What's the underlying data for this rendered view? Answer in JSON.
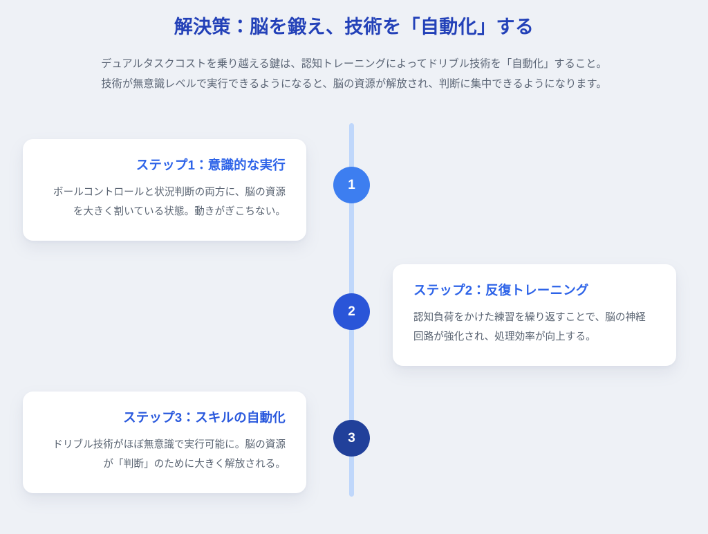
{
  "header": {
    "title": "解決策：脳を鍛え、技術を「自動化」する",
    "subtitle_line1": "デュアルタスクコストを乗り越える鍵は、認知トレーニングによってドリブル技術を「自動化」すること。",
    "subtitle_line2": "技術が無意識レベルで実行できるようになると、脳の資源が解放され、判断に集中できるようになります。"
  },
  "timeline": {
    "line_color": "#bfd7fb",
    "steps": [
      {
        "number": "1",
        "title": "ステップ1：意識的な実行",
        "body": "ボールコントロールと状況判断の両方に、脳の資源を大きく割いている状態。動きがぎこちない。",
        "side": "left",
        "marker_color": "#3d7ef0"
      },
      {
        "number": "2",
        "title": "ステップ2：反復トレーニング",
        "body": "認知負荷をかけた練習を繰り返すことで、脳の神経回路が強化され、処理効率が向上する。",
        "side": "right",
        "marker_color": "#2a55d8"
      },
      {
        "number": "3",
        "title": "ステップ3：スキルの自動化",
        "body": "ドリブル技術がほぼ無意識で実行可能に。脳の資源が「判断」のために大きく解放される。",
        "side": "left",
        "marker_color": "#21409a"
      }
    ]
  },
  "theme": {
    "background": "#eef1f6",
    "title_color": "#2341b8",
    "card_title_color": "#2d63e8",
    "body_text_color": "#5a6472",
    "card_background": "#ffffff"
  }
}
